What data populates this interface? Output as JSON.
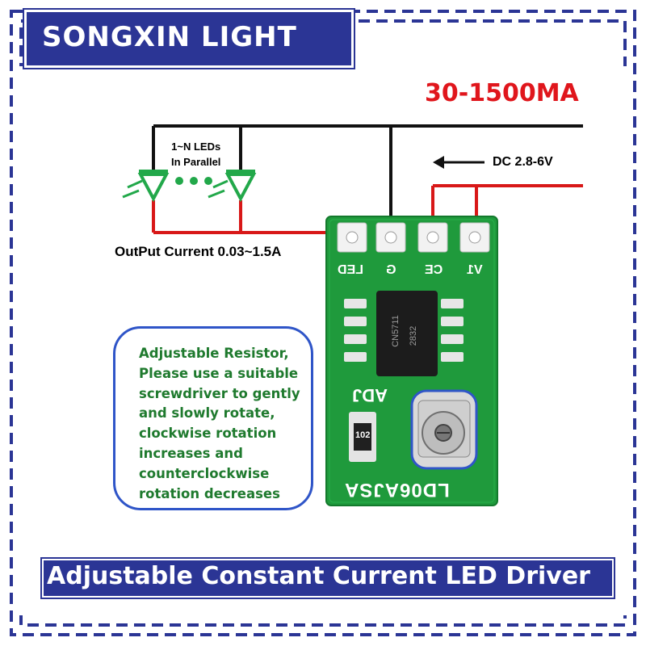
{
  "brand": {
    "name": "SONGXIN LIGHT"
  },
  "headline": {
    "current_range": "30-1500MA"
  },
  "diagram": {
    "leds_line1": "1~N LEDs",
    "leds_line2": "In Parallel",
    "dc_label": "DC 2.8-6V",
    "output_label": "OutPut Current 0.03~1.5A"
  },
  "board": {
    "pin_labels": [
      "LED",
      "G",
      "CE",
      "V1"
    ],
    "chip_marking_1": "CN5711",
    "chip_marking_2": "2832",
    "adj_label": "ADJ",
    "resistor_code": "102",
    "model": "LD06AJSA"
  },
  "note": {
    "lines": [
      "Adjustable Resistor,",
      "Please use a suitable",
      "screwdriver to gently",
      "and slowly rotate,",
      "clockwise rotation",
      "increases and",
      "counterclockwise",
      "rotation decreases"
    ]
  },
  "banner": {
    "title": "Adjustable Constant Current LED Driver"
  },
  "colors": {
    "brand_blue": "#2b3595",
    "accent_red": "#e0161c",
    "pcb_green": "#1f9a3c",
    "led_green": "#22a84a",
    "note_text_green": "#1f7a2e"
  }
}
